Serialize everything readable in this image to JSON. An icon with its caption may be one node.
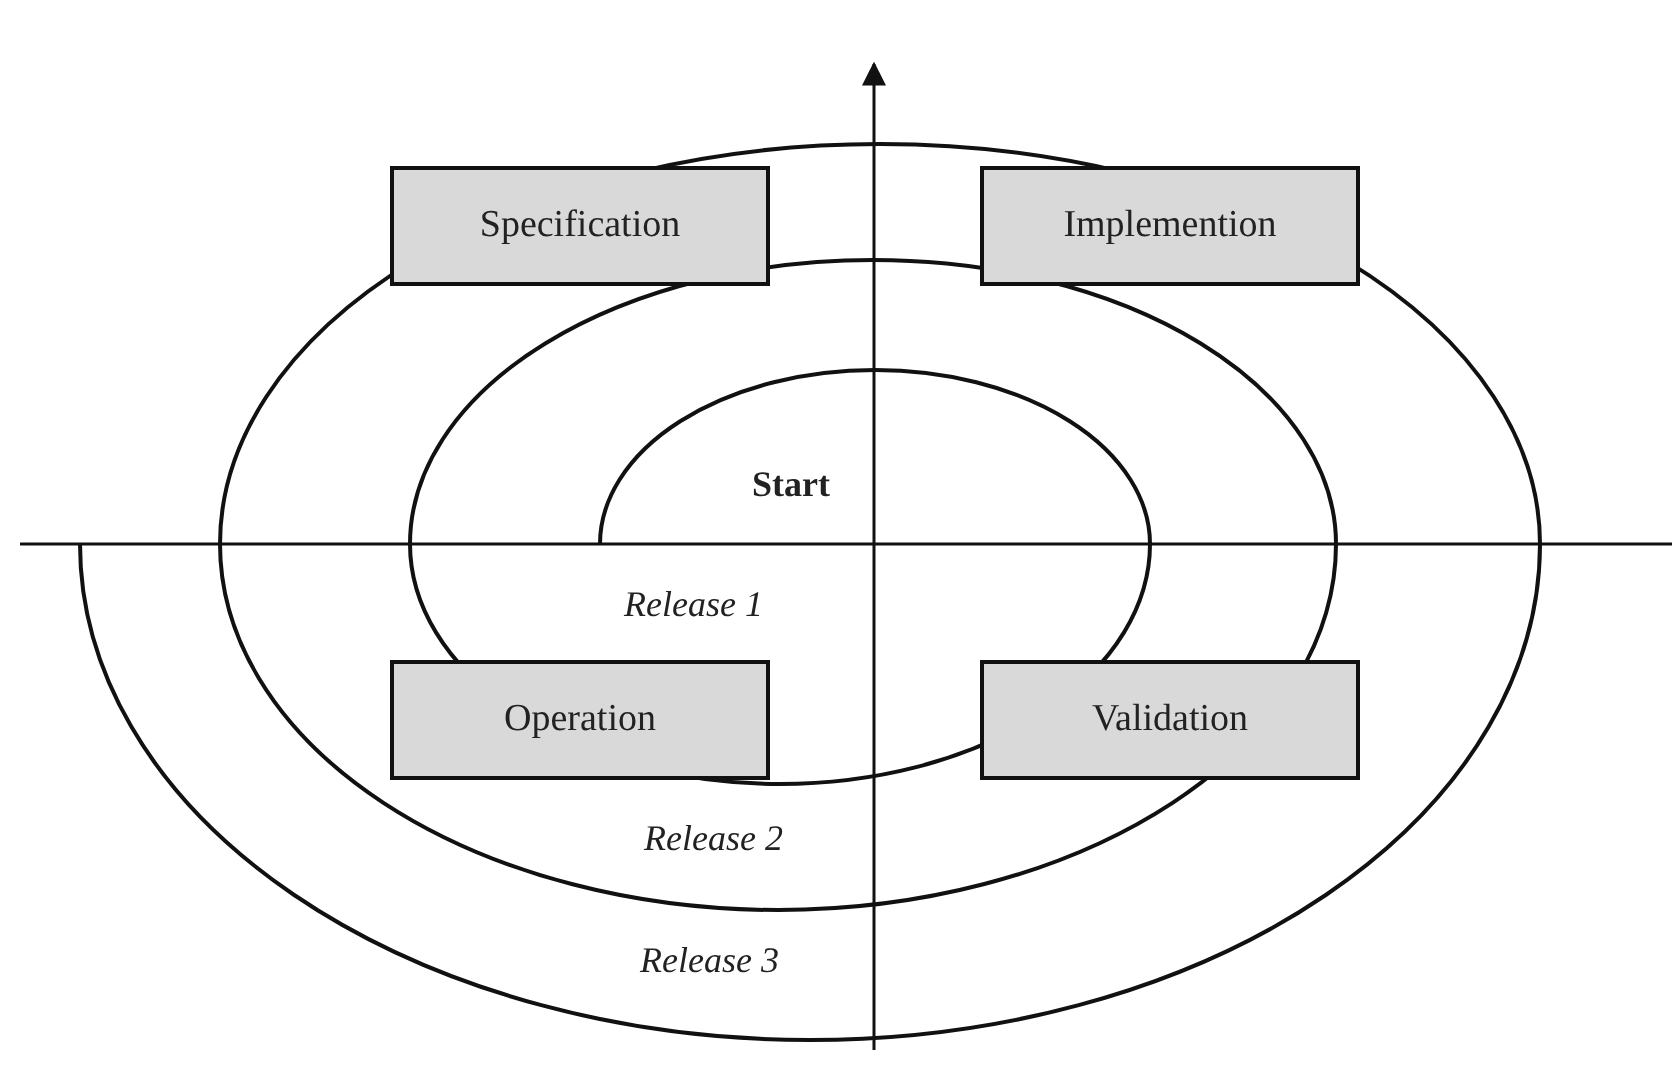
{
  "diagram": {
    "nodes": [
      {
        "text": [
          "Specification"
        ]
      },
      {
        "text": [
          "Implemention"
        ]
      },
      {
        "text": [
          "Operation"
        ]
      },
      {
        "text": [
          "Validation"
        ]
      }
    ],
    "edges": [],
    "labels": [
      "Start",
      "Release 1",
      "Release 2",
      "Release 3"
    ]
  }
}
